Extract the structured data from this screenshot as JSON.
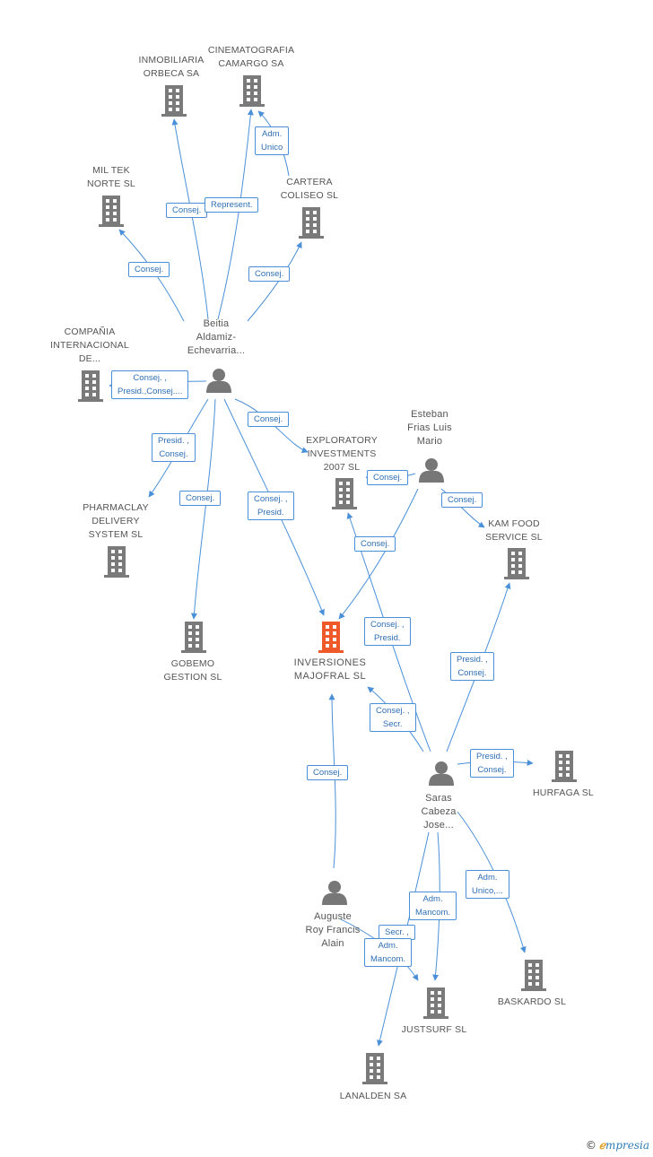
{
  "colors": {
    "edge": "#4a90d9",
    "building": "#7a7a7a",
    "highlight": "#f0592a",
    "person": "#777777"
  },
  "nodes": {
    "inmobiliaria": {
      "label": [
        "INMOBILIARIA",
        "ORBECA SA"
      ],
      "icon": "building-icon"
    },
    "cinematografia": {
      "label": [
        "CINEMATOGRAFIA",
        "CAMARGO SA"
      ],
      "icon": "building-icon"
    },
    "miltek": {
      "label": [
        "MIL TEK",
        "NORTE SL"
      ],
      "icon": "building-icon"
    },
    "cartera": {
      "label": [
        "CARTERA",
        "COLISEO SL"
      ],
      "icon": "building-icon"
    },
    "beitia": {
      "label": [
        "Beitia",
        "Aldamiz-",
        "Echevarria..."
      ],
      "icon": "person-icon"
    },
    "compania": {
      "label": [
        "COMPAÑIA",
        "INTERNACIONAL",
        "DE..."
      ],
      "icon": "building-icon"
    },
    "esteban": {
      "label": [
        "Esteban",
        "Frias Luis",
        "Mario"
      ],
      "icon": "person-icon"
    },
    "exploratory": {
      "label": [
        "EXPLORATORY",
        "INVESTMENTS",
        "2007 SL"
      ],
      "icon": "building-icon"
    },
    "kamfood": {
      "label": [
        "KAM FOOD",
        "SERVICE SL"
      ],
      "icon": "building-icon"
    },
    "pharmaclay": {
      "label": [
        "PHARMACLAY",
        "DELIVERY",
        "SYSTEM SL"
      ],
      "icon": "building-icon"
    },
    "gobemo": {
      "label": [
        "GOBEMO",
        "GESTION SL"
      ],
      "icon": "building-icon"
    },
    "inversiones": {
      "label": [
        "INVERSIONES",
        "MAJOFRAL SL"
      ],
      "icon": "building-icon"
    },
    "saras": {
      "label": [
        "Saras",
        "Cabeza",
        "Jose..."
      ],
      "icon": "person-icon"
    },
    "hurfaga": {
      "label": [
        "HURFAGA SL"
      ],
      "icon": "building-icon"
    },
    "auguste": {
      "label": [
        "Auguste",
        "Roy Francis",
        "Alain"
      ],
      "icon": "person-icon"
    },
    "baskardo": {
      "label": [
        "BASKARDO SL"
      ],
      "icon": "building-icon"
    },
    "justsurf": {
      "label": [
        "JUSTSURF SL"
      ],
      "icon": "building-icon"
    },
    "lanalden": {
      "label": [
        "LANALDEN SA"
      ],
      "icon": "building-icon"
    }
  },
  "relations": [
    {
      "id": "adm-unico-cine",
      "lines": [
        "Adm.",
        "Unico"
      ]
    },
    {
      "id": "consej-inmob",
      "lines": [
        "Consej."
      ]
    },
    {
      "id": "represent-cine",
      "lines": [
        "Represent."
      ]
    },
    {
      "id": "consej-miltek",
      "lines": [
        "Consej."
      ]
    },
    {
      "id": "consej-cartera",
      "lines": [
        "Consej."
      ]
    },
    {
      "id": "consej-compania",
      "lines": [
        "Consej. ,",
        "Presid.,Consej...."
      ]
    },
    {
      "id": "consej-exploratory-beitia",
      "lines": [
        "Consej."
      ]
    },
    {
      "id": "presid-pharmaclay",
      "lines": [
        "Presid. ,",
        "Consej."
      ]
    },
    {
      "id": "consej-gobemo",
      "lines": [
        "Consej."
      ]
    },
    {
      "id": "consej-presid-inversiones",
      "lines": [
        "Consej. ,",
        "Presid."
      ]
    },
    {
      "id": "consej-exploratory-esteban",
      "lines": [
        "Consej."
      ]
    },
    {
      "id": "consej-kamfood",
      "lines": [
        "Consej."
      ]
    },
    {
      "id": "consej-inversiones-esteban",
      "lines": [
        "Consej."
      ]
    },
    {
      "id": "consej-presid-exploratory-saras",
      "lines": [
        "Consej. ,",
        "Presid."
      ]
    },
    {
      "id": "presid-consej-kamfood-saras",
      "lines": [
        "Presid. ,",
        "Consej."
      ]
    },
    {
      "id": "consej-secr-inversiones",
      "lines": [
        "Consej. ,",
        "Secr."
      ]
    },
    {
      "id": "presid-consej-hurfaga",
      "lines": [
        "Presid. ,",
        "Consej."
      ]
    },
    {
      "id": "consej-auguste",
      "lines": [
        "Consej."
      ]
    },
    {
      "id": "adm-unico-baskardo",
      "lines": [
        "Adm.",
        "Unico,..."
      ]
    },
    {
      "id": "adm-mancom-justsurf",
      "lines": [
        "Adm.",
        "Mancom."
      ]
    },
    {
      "id": "secr-justsurf",
      "lines": [
        "Secr. ,"
      ]
    },
    {
      "id": "adm-mancom-lanalden",
      "lines": [
        "Adm.",
        "Mancom."
      ]
    }
  ],
  "brand": {
    "copyright": "©",
    "e": "ℯ",
    "rest": "mpresia"
  }
}
